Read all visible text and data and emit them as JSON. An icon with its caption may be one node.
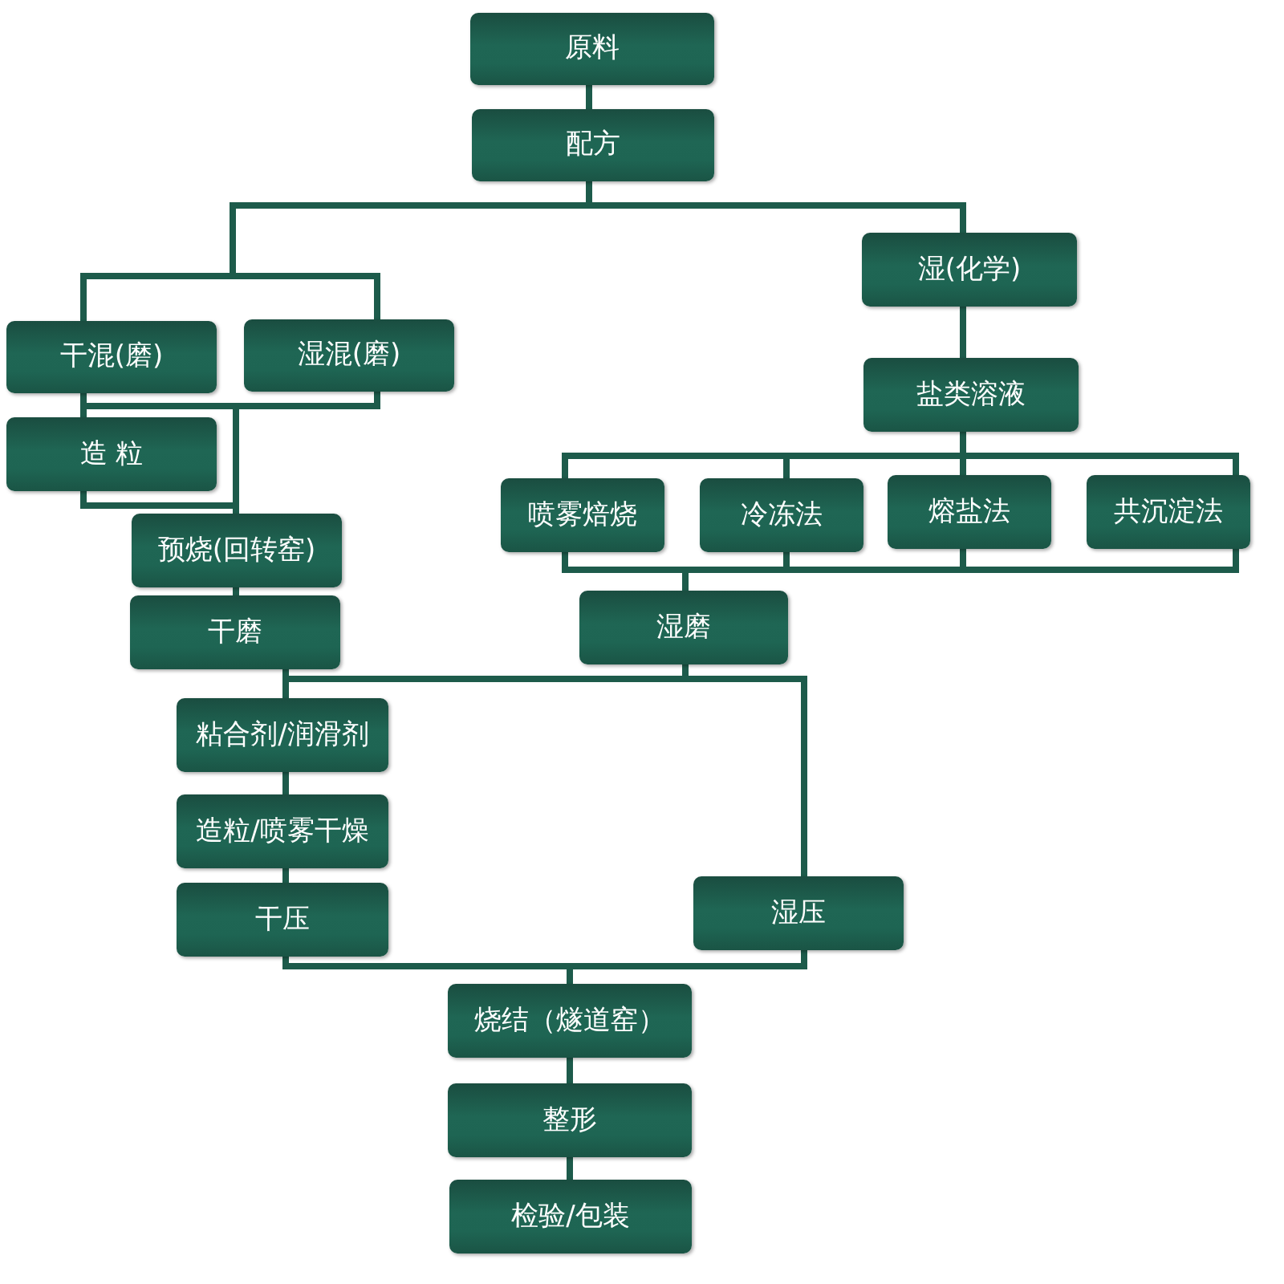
{
  "diagram": {
    "nodes": [
      {
        "text": [
          "原料"
        ]
      },
      {
        "text": [
          "配方"
        ]
      },
      {
        "text": [
          "湿(化学)"
        ]
      },
      {
        "text": [
          "干混(磨)"
        ]
      },
      {
        "text": [
          "湿混(磨)"
        ]
      },
      {
        "text": [
          "盐类溶液"
        ]
      },
      {
        "text": [
          "造 粒"
        ]
      },
      {
        "text": [
          "喷雾焙烧"
        ]
      },
      {
        "text": [
          "冷冻法"
        ]
      },
      {
        "text": [
          "熔盐法"
        ]
      },
      {
        "text": [
          "共沉淀法"
        ]
      },
      {
        "text": [
          "预烧(回转窑)"
        ]
      },
      {
        "text": [
          "干磨"
        ]
      },
      {
        "text": [
          "湿磨"
        ]
      },
      {
        "text": [
          "粘合剂/润滑剂"
        ]
      },
      {
        "text": [
          "造粒/喷雾干燥"
        ]
      },
      {
        "text": [
          "干压"
        ]
      },
      {
        "text": [
          "湿压"
        ]
      },
      {
        "text": [
          "烧结（燧道窑）"
        ]
      },
      {
        "text": [
          "整形"
        ]
      },
      {
        "text": [
          "检验/包装"
        ]
      }
    ],
    "edges": [
      {
        "from": 0,
        "to": 1,
        "arrow": "none"
      },
      {
        "from": 1,
        "to": 2,
        "arrow": "none"
      },
      {
        "from": 1,
        "to": 3,
        "arrow": "none"
      },
      {
        "from": 1,
        "to": 4,
        "arrow": "none"
      },
      {
        "from": 2,
        "to": 5,
        "arrow": "none"
      },
      {
        "from": 5,
        "to": 7,
        "arrow": "none"
      },
      {
        "from": 5,
        "to": 8,
        "arrow": "none"
      },
      {
        "from": 5,
        "to": 9,
        "arrow": "none"
      },
      {
        "from": 5,
        "to": 10,
        "arrow": "none"
      },
      {
        "from": 3,
        "to": 6,
        "arrow": "none"
      },
      {
        "from": 3,
        "to": 11,
        "arrow": "none"
      },
      {
        "from": 4,
        "to": 11,
        "arrow": "none"
      },
      {
        "from": 6,
        "to": 11,
        "arrow": "none"
      },
      {
        "from": 7,
        "to": 13,
        "arrow": "none"
      },
      {
        "from": 8,
        "to": 13,
        "arrow": "none"
      },
      {
        "from": 9,
        "to": 13,
        "arrow": "none"
      },
      {
        "from": 10,
        "to": 13,
        "arrow": "none"
      },
      {
        "from": 11,
        "to": 12,
        "arrow": "none"
      },
      {
        "from": 12,
        "to": 14,
        "arrow": "none"
      },
      {
        "from": 12,
        "to": 17,
        "arrow": "none"
      },
      {
        "from": 13,
        "to": 14,
        "arrow": "none"
      },
      {
        "from": 13,
        "to": 17,
        "arrow": "none"
      },
      {
        "from": 14,
        "to": 15,
        "arrow": "none"
      },
      {
        "from": 15,
        "to": 16,
        "arrow": "none"
      },
      {
        "from": 16,
        "to": 18,
        "arrow": "none"
      },
      {
        "from": 17,
        "to": 18,
        "arrow": "none"
      },
      {
        "from": 18,
        "to": 19,
        "arrow": "none"
      },
      {
        "from": 19,
        "to": 20,
        "arrow": "none"
      }
    ]
  }
}
